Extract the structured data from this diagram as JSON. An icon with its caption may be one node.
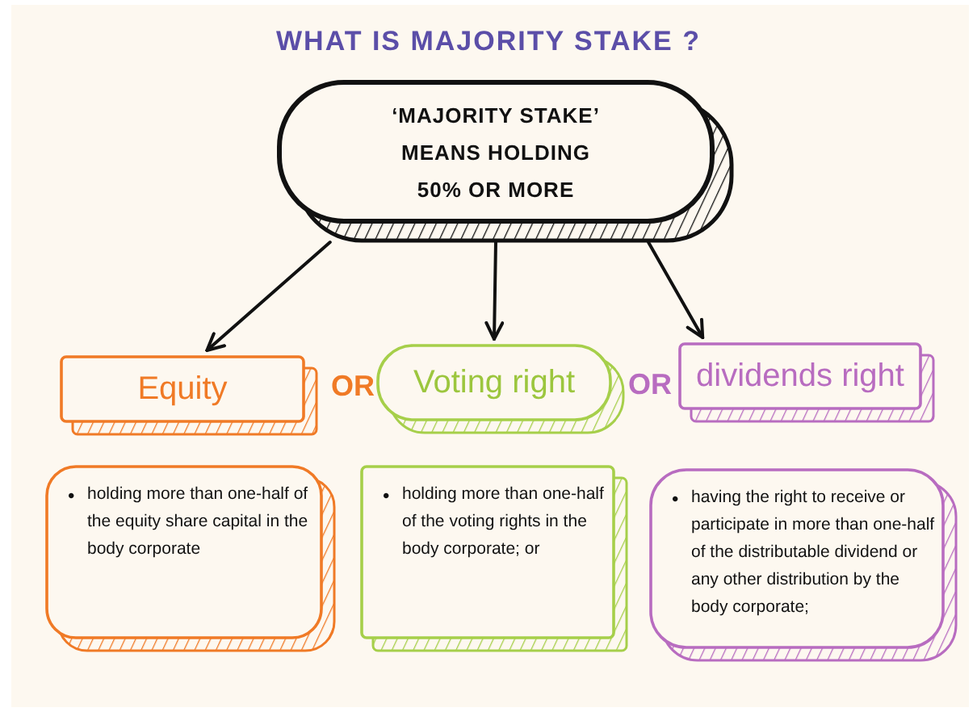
{
  "diagram": {
    "title": "WHAT IS MAJORITY STAKE ?",
    "nodes": [
      {
        "text": [
          "‘MAJORITY STAKE’ MEANS HOLDING 50% OR MORE"
        ]
      },
      {
        "text": [
          "Equity"
        ]
      },
      {
        "text": [
          "Voting right"
        ]
      },
      {
        "text": [
          "dividends right"
        ]
      },
      {
        "text": [
          "•",
          "holding more than one-half of the equity share capital in the body corporate"
        ]
      },
      {
        "text": [
          "•",
          "holding more than one-half of the voting rights in the body corporate; or"
        ]
      },
      {
        "text": [
          "•",
          "having the right to receive or participate in more than one-half of the distributable dividend or any other distribution by the body corporate;"
        ]
      }
    ],
    "edges": [
      {
        "from": 0,
        "to": 1,
        "arrow": "to"
      },
      {
        "from": 0,
        "to": 2,
        "arrow": "to"
      },
      {
        "from": 0,
        "to": 3,
        "arrow": "to"
      }
    ],
    "labels": [
      "OR",
      "OR"
    ]
  }
}
